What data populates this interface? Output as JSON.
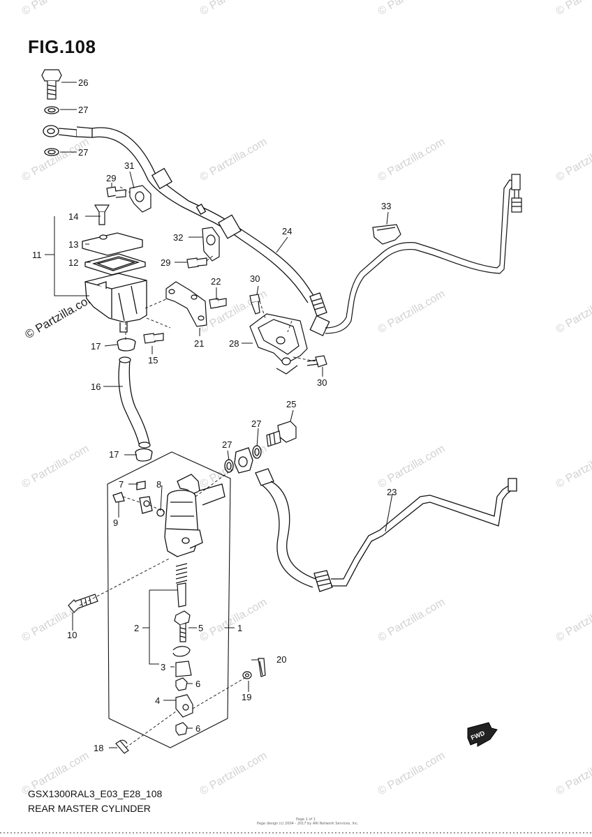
{
  "figure": {
    "title": "FIG.108"
  },
  "footer": {
    "model": "GSX1300RAL3_E03_E28_108",
    "name": "REAR MASTER CYLINDER"
  },
  "print_info": {
    "line1": "Page 1 of 1",
    "line2": "Page design (c) 2004 - 2017 by ARI Network Services, Inc."
  },
  "watermark": {
    "text": "© Partzilla.com"
  },
  "fwd_label": "FWD",
  "callouts": {
    "c1": "1",
    "c2": "2",
    "c3": "3",
    "c4": "4",
    "c5": "5",
    "c6a": "6",
    "c6b": "6",
    "c7": "7",
    "c8": "8",
    "c9": "9",
    "c10": "10",
    "c11": "11",
    "c12": "12",
    "c13": "13",
    "c14": "14",
    "c15": "15",
    "c16": "16",
    "c17a": "17",
    "c17b": "17",
    "c18": "18",
    "c19": "19",
    "c20": "20",
    "c21": "21",
    "c22": "22",
    "c23": "23",
    "c24": "24",
    "c25": "25",
    "c26": "26",
    "c27a": "27",
    "c27b": "27",
    "c27c": "27",
    "c27d": "27",
    "c28": "28",
    "c29a": "29",
    "c29b": "29",
    "c30a": "30",
    "c30b": "30",
    "c31": "31",
    "c32": "32",
    "c33": "33"
  }
}
